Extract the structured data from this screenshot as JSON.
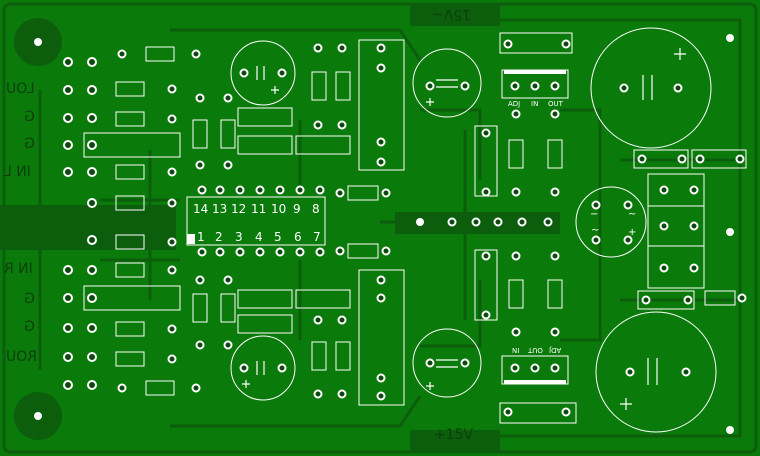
{
  "board": {
    "background": "#0a7a0a",
    "copper_dark": "#0c5e0c",
    "silk": "#ffffff",
    "text_dark": "#0c3f0c"
  },
  "supply": {
    "negative": "15V−",
    "positive": "+15V"
  },
  "left_labels": {
    "lout": "LOU",
    "g1": "G",
    "g2": "G",
    "inl": "IN L",
    "inr": "IN R",
    "g3": "G",
    "g4": "G",
    "rout": "ROU"
  },
  "ic": {
    "top_pins": [
      "14",
      "13",
      "12",
      "11",
      "10",
      "9",
      "8"
    ],
    "bottom_pins": [
      "1",
      "2",
      "3",
      "4",
      "5",
      "6",
      "7"
    ]
  },
  "regulators": {
    "top": [
      "ADJ",
      "IN",
      "OUT"
    ],
    "bottom": [
      "IN",
      "OUT",
      "ADJ"
    ]
  },
  "bridge": {
    "plus": "+",
    "minus": "−",
    "ac1": "~",
    "ac2": "~"
  }
}
